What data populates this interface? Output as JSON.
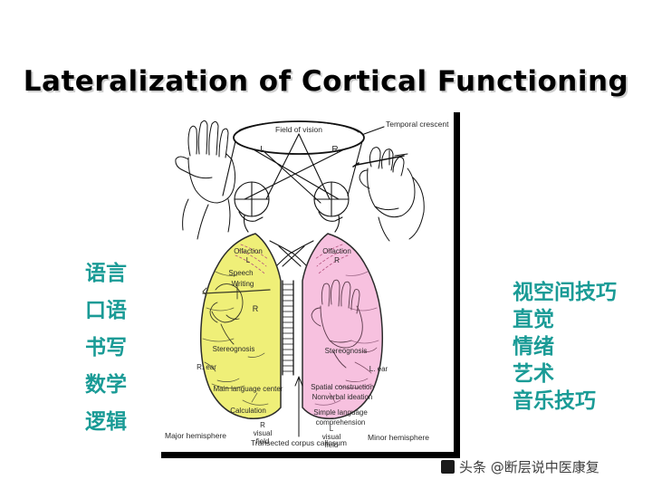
{
  "slide": {
    "title": "Lateralization of Cortical Functioning",
    "background_color": "#ffffff",
    "accent_color": "#1a9b96",
    "left_hemisphere_color": "#efef78",
    "right_hemisphere_color": "#f7c1df"
  },
  "left_functions": [
    {
      "label": "语言"
    },
    {
      "label": "口语"
    },
    {
      "label": "书写"
    },
    {
      "label": "数学"
    },
    {
      "label": "逻辑"
    }
  ],
  "right_functions": [
    {
      "label": "视空间技巧"
    },
    {
      "label": "直觉"
    },
    {
      "label": "情绪"
    },
    {
      "label": "艺术"
    },
    {
      "label": "音乐技巧"
    }
  ],
  "figure": {
    "field_of_vision": "Field of vision",
    "field_left": "L",
    "field_right": "R",
    "temporal_crescent": "Temporal crescent",
    "left_hemisphere": {
      "olfaction": "Olfaction",
      "olfaction_side": "L",
      "speech": "Speech",
      "writing": "Writing",
      "hand_label": "R",
      "stereognosis": "Stereognosis",
      "ear": "R. ear",
      "main_language_center": "Main language center",
      "calculation": "Calculation",
      "visual_field_1": "R",
      "visual_field_2": "visual",
      "visual_field_3": "field",
      "hemisphere_name": "Major  hemisphere"
    },
    "right_hemisphere": {
      "olfaction": "Olfaction",
      "olfaction_side": "R",
      "stereognosis": "Stereognosis",
      "ear": "L. ear",
      "spatial_construction": "Spatial construction",
      "nonverbal_ideation": "Nonverbal ideation",
      "simple_language_1": "Simple language",
      "simple_language_2": "comprehension",
      "visual_field_1": "L",
      "visual_field_2": "visual",
      "visual_field_3": "field",
      "hemisphere_name": "Minor hemisphere"
    },
    "corpus_callosum": "Transected corpus callosum"
  },
  "watermark": {
    "text": "头条 @断层说中医康复"
  }
}
